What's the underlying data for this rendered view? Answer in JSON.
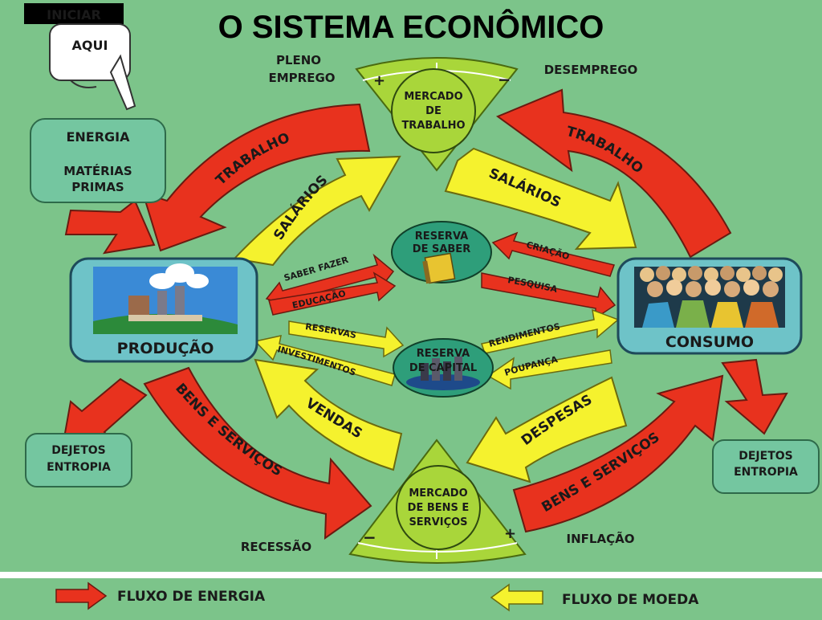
{
  "title": "O SISTEMA ECONÔMICO",
  "start": {
    "iniciar": "INICIAR",
    "aqui": "AQUI"
  },
  "inputs": {
    "energia": "ENERGIA",
    "materias": "MATÉRIAS",
    "primas": "PRIMAS"
  },
  "waste_left": {
    "line1": "DEJETOS",
    "line2": "ENTROPIA"
  },
  "waste_right": {
    "line1": "DEJETOS",
    "line2": "ENTROPIA"
  },
  "labor_market": {
    "line1": "MERCADO",
    "line2": "DE",
    "line3": "TRABALHO",
    "left": "PLENO",
    "left2": "EMPREGO",
    "right": "DESEMPREGO",
    "plus": "+",
    "minus": "−"
  },
  "goods_market": {
    "line1": "MERCADO",
    "line2": "DE BENS E",
    "line3": "SERVIÇOS",
    "left": "RECESSÃO",
    "right": "INFLAÇÃO",
    "plus": "+",
    "minus": "−"
  },
  "production": {
    "label": "PRODUÇÃO"
  },
  "consumption": {
    "label": "CONSUMO"
  },
  "knowledge": {
    "line1": "RESERVA",
    "line2": "DE SABER"
  },
  "capital": {
    "line1": "RESERVA",
    "line2": "DE CAPITAL"
  },
  "arrows": {
    "trabalho_left": "TRABALHO",
    "trabalho_right": "TRABALHO",
    "salarios_left": "SALÁRIOS",
    "salarios_right": "SALÁRIOS",
    "bens_left": "BENS E SERVIÇOS",
    "bens_right": "BENS E SERVIÇOS",
    "vendas": "VENDAS",
    "despesas": "DESPESAS",
    "saber_fazer": "SABER FAZER",
    "educacao": "EDUCAÇÃO",
    "criacao": "CRIAÇÃO",
    "pesquisa": "PESQUISA",
    "reservas": "RESERVAS",
    "investimentos": "INVESTIMENTOS",
    "rendimentos": "RENDIMENTOS",
    "poupanca": "POUPANÇA"
  },
  "legend": {
    "energy": "FLUXO DE ENERGIA",
    "money": "FLUXO DE MOEDA"
  },
  "colors": {
    "background": "#7cc48a",
    "energy": "#e8321e",
    "money": "#f5f22e",
    "market": "#a9d63a",
    "box": "#74c6a0"
  }
}
